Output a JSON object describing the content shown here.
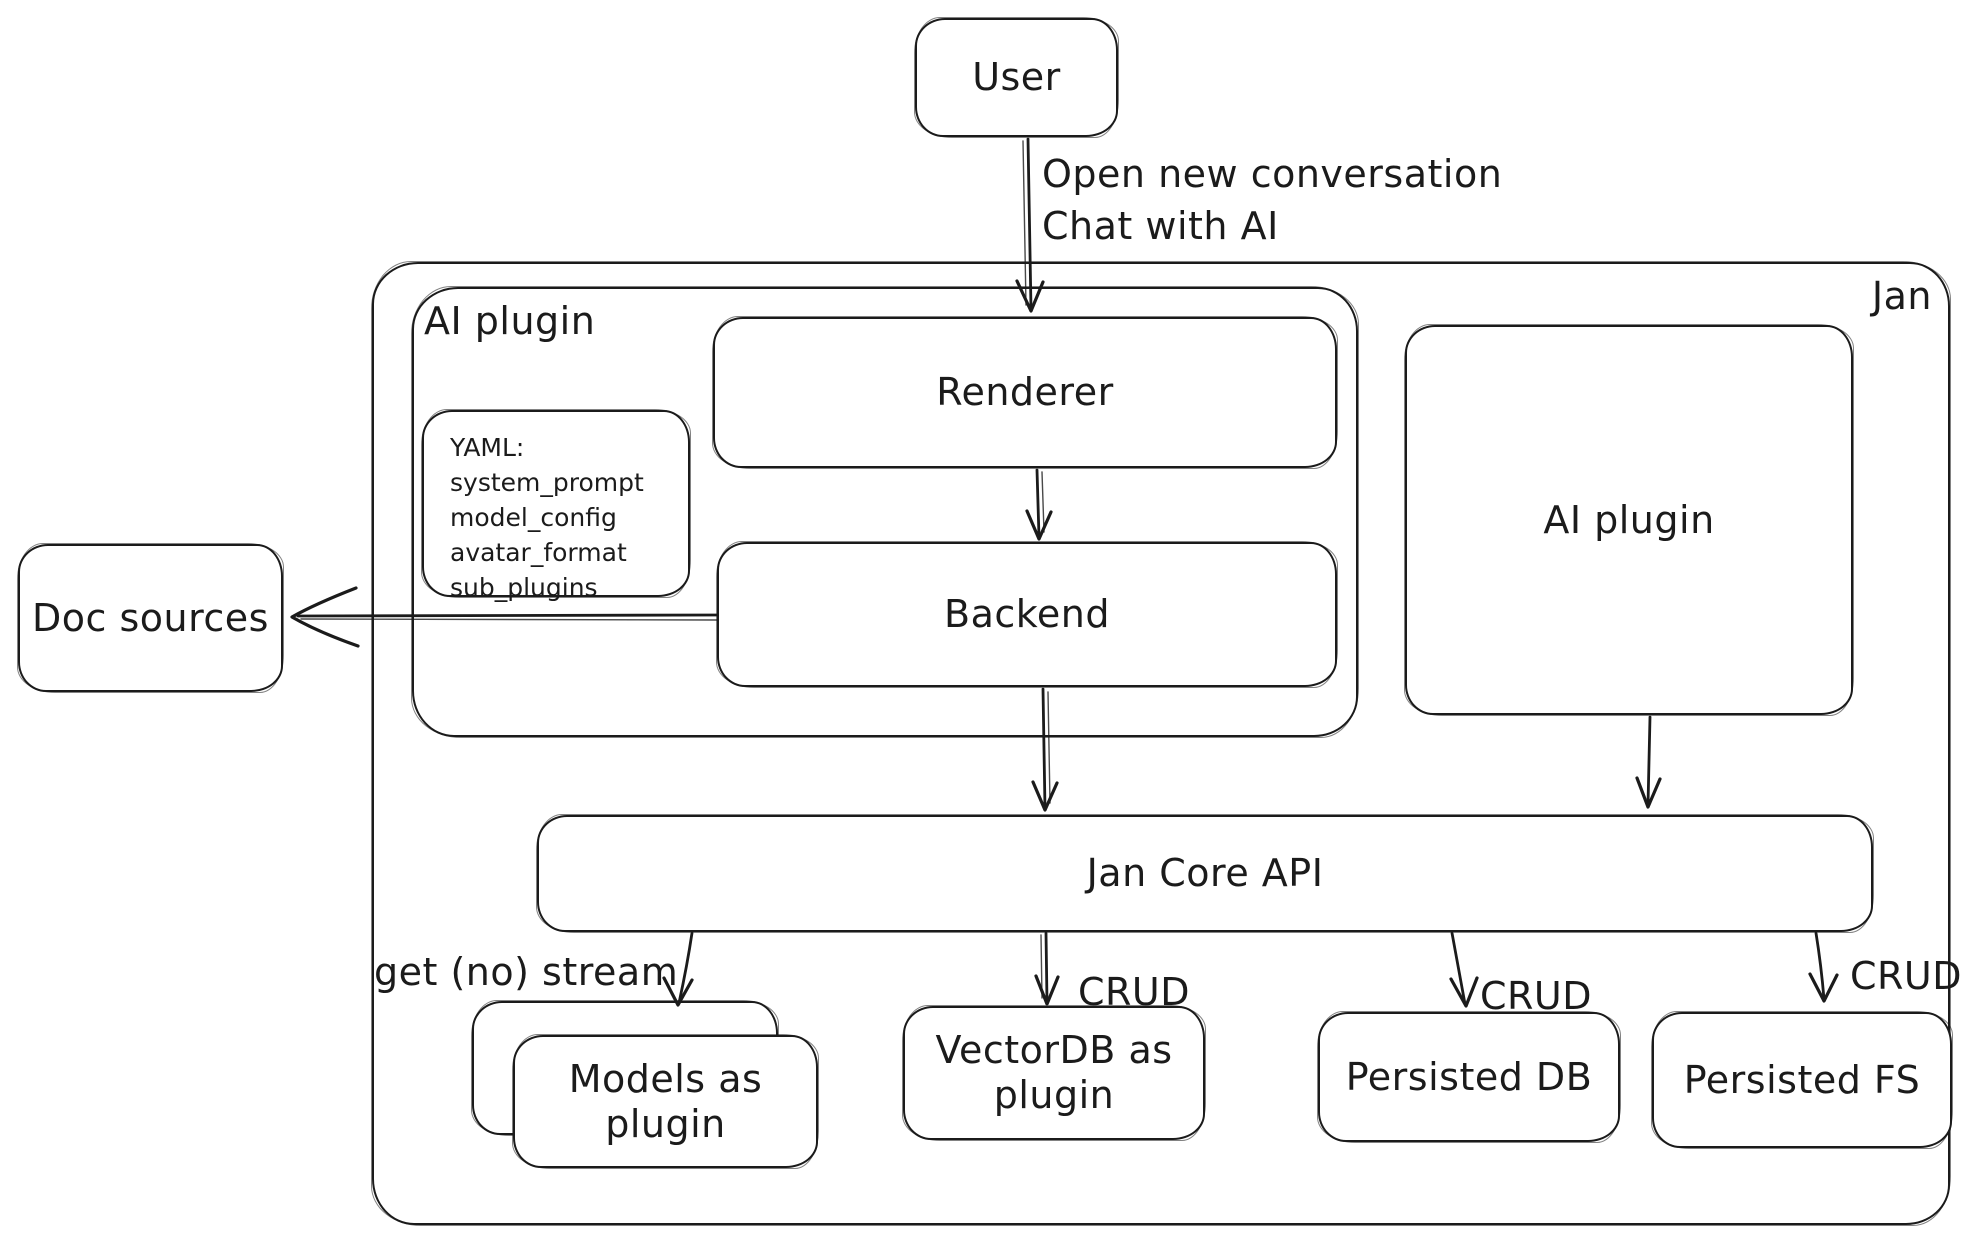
{
  "diagram": {
    "title_region": "Jan",
    "colors": {
      "stroke": "#1b1b1b",
      "background": "#ffffff"
    },
    "nodes": {
      "user": {
        "label": "User"
      },
      "jan_container": {
        "label": "Jan"
      },
      "ai_plugin_group": {
        "label": "AI plugin"
      },
      "renderer": {
        "label": "Renderer"
      },
      "yaml_note": {
        "lines": [
          "YAML:",
          "system_prompt",
          "model_config",
          "avatar_format",
          "sub_plugins"
        ]
      },
      "backend": {
        "label": "Backend"
      },
      "doc_sources": {
        "label": "Doc sources"
      },
      "ai_plugin_right": {
        "label": "AI plugin"
      },
      "jan_core_api": {
        "label": "Jan Core API"
      },
      "models_plugin": {
        "line1": "Models as",
        "line2": "plugin"
      },
      "vectordb_plugin": {
        "line1": "VectorDB as",
        "line2": "plugin"
      },
      "persisted_db": {
        "label": "Persisted DB"
      },
      "persisted_fs": {
        "label": "Persisted FS"
      }
    },
    "edge_labels": {
      "user_to_renderer_line1": "Open new conversation",
      "user_to_renderer_line2": "Chat with AI",
      "core_to_models": "get (no) stream",
      "core_to_vectordb": "CRUD",
      "core_to_persisted_db": "CRUD",
      "core_to_persisted_fs": "CRUD"
    }
  }
}
